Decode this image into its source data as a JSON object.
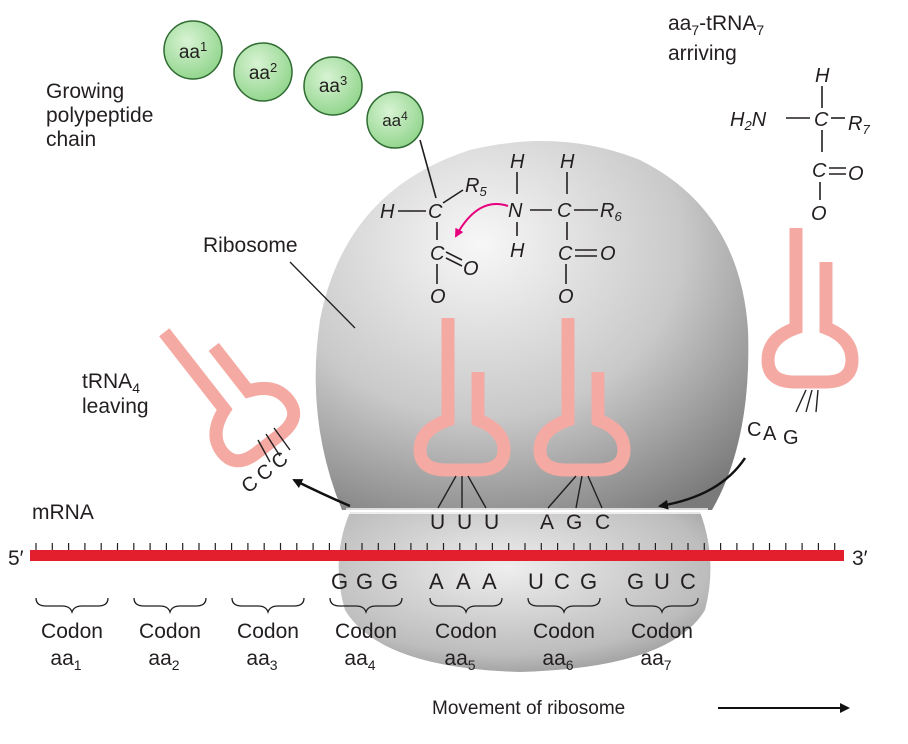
{
  "labels": {
    "polypeptide": [
      "Growing",
      "polypeptide",
      "chain"
    ],
    "ribosome": "Ribosome",
    "trna_leaving": [
      "tRNA",
      "4",
      "leaving"
    ],
    "trna_arriving_l1": [
      "aa",
      "7",
      "-tRNA",
      "7"
    ],
    "trna_arriving_l2": "arriving",
    "mrna": "mRNA",
    "five_prime": "5′",
    "three_prime": "3′",
    "movement": "Movement of ribosome"
  },
  "beads": [
    {
      "main": "aa",
      "sub": "1"
    },
    {
      "main": "aa",
      "sub": "2"
    },
    {
      "main": "aa",
      "sub": "3"
    },
    {
      "main": "aa",
      "sub": "4"
    }
  ],
  "chem": {
    "h": "H",
    "n": "N",
    "c": "C",
    "o": "O",
    "h2n": "H",
    "h2n_sub": "2",
    "h2n_n": "N",
    "r5": "R",
    "r5_sub": "5",
    "r6": "R",
    "r6_sub": "6",
    "r7": "R",
    "r7_sub": "7"
  },
  "anticodons": {
    "leaving": [
      "C",
      "C",
      "C"
    ],
    "site_p": [
      "U",
      "U",
      "U"
    ],
    "site_a": [
      "A",
      "G",
      "C"
    ],
    "arriving": [
      "C",
      "A",
      "G"
    ]
  },
  "mrna_bases": [
    "G",
    "G",
    "G",
    "A",
    "A",
    "A",
    "U",
    "C",
    "G",
    "G",
    "U",
    "C"
  ],
  "codons": [
    {
      "label": "Codon",
      "aa": "aa",
      "sub": "1"
    },
    {
      "label": "Codon",
      "aa": "aa",
      "sub": "2"
    },
    {
      "label": "Codon",
      "aa": "aa",
      "sub": "3"
    },
    {
      "label": "Codon",
      "aa": "aa",
      "sub": "4"
    },
    {
      "label": "Codon",
      "aa": "aa",
      "sub": "5"
    },
    {
      "label": "Codon",
      "aa": "aa",
      "sub": "6"
    },
    {
      "label": "Codon",
      "aa": "aa",
      "sub": "7"
    }
  ],
  "colors": {
    "mrna": "#e31e2d",
    "trna": "#f5a9a3",
    "bead": "#9fdc9a",
    "bead_stroke": "#2f6b32",
    "arrow_magenta": "#e6007e",
    "ribosome": "#bdbdbd"
  }
}
